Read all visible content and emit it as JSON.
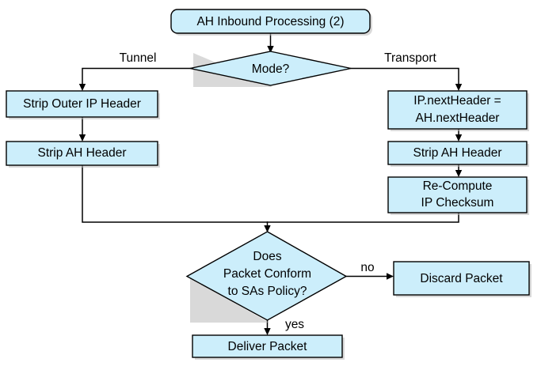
{
  "diagram": {
    "title": "AH Inbound Processing (2)",
    "colors": {
      "node_fill": "#cceefb",
      "node_stroke": "#000000",
      "edge": "#000000",
      "background": "#ffffff",
      "shadow": "#b9b9b9"
    },
    "nodes": {
      "start": {
        "id": "start",
        "shape": "rounded-rectangle",
        "label": "AH Inbound Processing (2)"
      },
      "mode_decision": {
        "id": "mode_decision",
        "shape": "diamond",
        "label": "Mode?"
      },
      "strip_outer_ip_header": {
        "id": "strip_outer_ip_header",
        "shape": "rectangle",
        "label": "Strip Outer IP Header"
      },
      "strip_ah_header_tunnel": {
        "id": "strip_ah_header_tunnel",
        "shape": "rectangle",
        "label": "Strip AH Header"
      },
      "ip_next_header": {
        "id": "ip_next_header",
        "shape": "rectangle",
        "line1": "IP.nextHeader =",
        "line2": "AH.nextHeader"
      },
      "strip_ah_header_transport": {
        "id": "strip_ah_header_transport",
        "shape": "rectangle",
        "label": "Strip AH Header"
      },
      "recompute_checksum": {
        "id": "recompute_checksum",
        "shape": "rectangle",
        "line1": "Re-Compute",
        "line2": "IP Checksum"
      },
      "policy_decision": {
        "id": "policy_decision",
        "shape": "diamond",
        "line1": "Does",
        "line2": "Packet Conform",
        "line3": "to SAs Policy?"
      },
      "discard_packet": {
        "id": "discard_packet",
        "shape": "rectangle",
        "label": "Discard Packet"
      },
      "deliver_packet": {
        "id": "deliver_packet",
        "shape": "rectangle",
        "label": "Deliver Packet"
      }
    },
    "edge_labels": {
      "tunnel": "Tunnel",
      "transport": "Transport",
      "no": "no",
      "yes": "yes"
    }
  }
}
